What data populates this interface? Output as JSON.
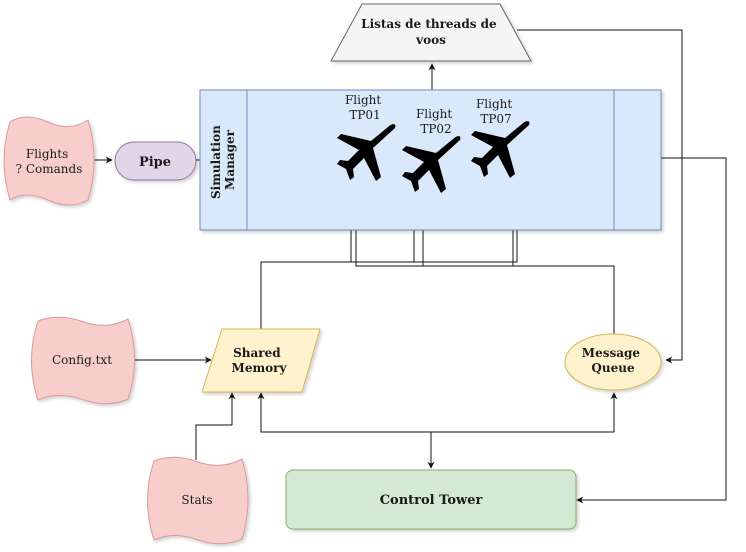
{
  "nodes": {
    "flights_commands": {
      "line1": "Flights",
      "line2": "? Comands"
    },
    "pipe": {
      "label": "Pipe"
    },
    "simulation_manager": {
      "line1": "Simulation",
      "line2": "Manager"
    },
    "thread_list": {
      "line1": "Listas de threads de",
      "line2": "voos"
    },
    "flights": [
      {
        "line1": "Flight",
        "line2": "TP01"
      },
      {
        "line1": "Flight",
        "line2": "TP02"
      },
      {
        "line1": "Flight",
        "line2": "TP07"
      }
    ],
    "config": {
      "label": "Config.txt"
    },
    "shared_memory": {
      "line1": "Shared",
      "line2": "Memory"
    },
    "message_queue": {
      "line1": "Message",
      "line2": "Queue"
    },
    "stats": {
      "label": "Stats"
    },
    "control_tower": {
      "label": "Control Tower"
    }
  },
  "icons": {
    "flight": "airplane-icon"
  },
  "colors": {
    "red_fill": "#f8cecc",
    "red_stroke": "#d79b9b",
    "purple_fill": "#e1d5e7",
    "purple_stroke": "#9673a6",
    "blue_fill": "#dae8fc",
    "blue_stroke": "#6c8ebf",
    "grey_fill": "#f5f5f5",
    "grey_stroke": "#666666",
    "yellow_fill": "#fff2cc",
    "yellow_stroke": "#d6b656",
    "green_fill": "#d5e8d4",
    "green_stroke": "#82b366"
  }
}
